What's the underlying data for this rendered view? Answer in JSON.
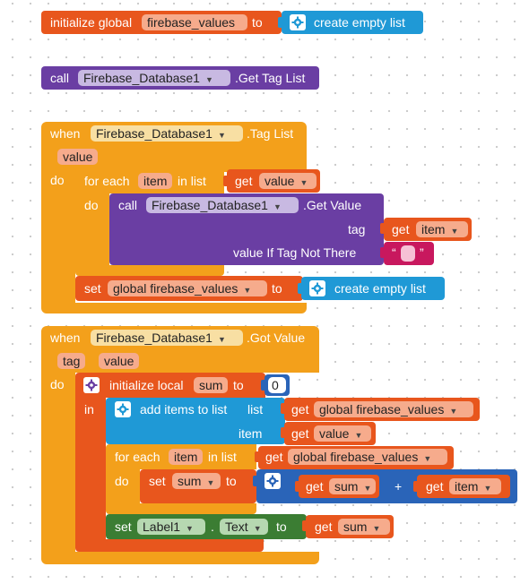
{
  "blocks": {
    "init_global": {
      "keyword": "initialize global",
      "var_name": "firebase_values",
      "to": "to",
      "value_label": "create empty list"
    },
    "call_get_tag_list": {
      "keyword": "call",
      "component": "Firebase_Database1",
      "method": ".Get Tag List"
    },
    "event_tag_list": {
      "when": "when",
      "component": "Firebase_Database1",
      "event": ".Tag List",
      "param": "value",
      "do": "do",
      "foreach": {
        "label": "for each",
        "var": "item",
        "in_list": "in list",
        "get": "get",
        "get_var": "value",
        "do": "do"
      },
      "call": {
        "keyword": "call",
        "component": "Firebase_Database1",
        "method": ".Get Value",
        "tag_label": "tag",
        "tag_get": "get",
        "tag_var": "item",
        "default_label": "value If Tag Not There",
        "quote_open": "“",
        "quote_close": "”"
      },
      "set": {
        "keyword": "set",
        "var": "global firebase_values",
        "to": "to",
        "value_label": "create empty list"
      }
    },
    "event_got_value": {
      "when": "when",
      "component": "Firebase_Database1",
      "event": ".Got Value",
      "params": [
        "tag",
        "value"
      ],
      "do": "do",
      "init_local": {
        "label": "initialize local",
        "var": "sum",
        "to": "to",
        "value": "0",
        "in": "in"
      },
      "add_items": {
        "label": "add items to list",
        "list_label": "list",
        "list_get": "get",
        "list_var": "global firebase_values",
        "item_label": "item",
        "item_get": "get",
        "item_var": "value"
      },
      "foreach": {
        "label": "for each",
        "var": "item",
        "in_list": "in list",
        "get": "get",
        "get_var": "global firebase_values",
        "do": "do",
        "set": {
          "keyword": "set",
          "var": "sum",
          "to": "to",
          "a_get": "get",
          "a_var": "sum",
          "op": "+",
          "b_get": "get",
          "b_var": "item"
        }
      },
      "set_label": {
        "keyword": "set",
        "component": "Label1",
        "dot": ".",
        "property": "Text",
        "to": "to",
        "get": "get",
        "var": "sum"
      }
    }
  },
  "icons": {
    "mutator": "gear-icon",
    "dropdown": "chevron-down-icon"
  },
  "colors": {
    "variables": "#e8561d",
    "lists": "#1f99d6",
    "component": "#6a3ea3",
    "control": "#f3a01b",
    "text": "#c8185e",
    "math": "#2a64b8",
    "component_set": "#3b7d33"
  }
}
